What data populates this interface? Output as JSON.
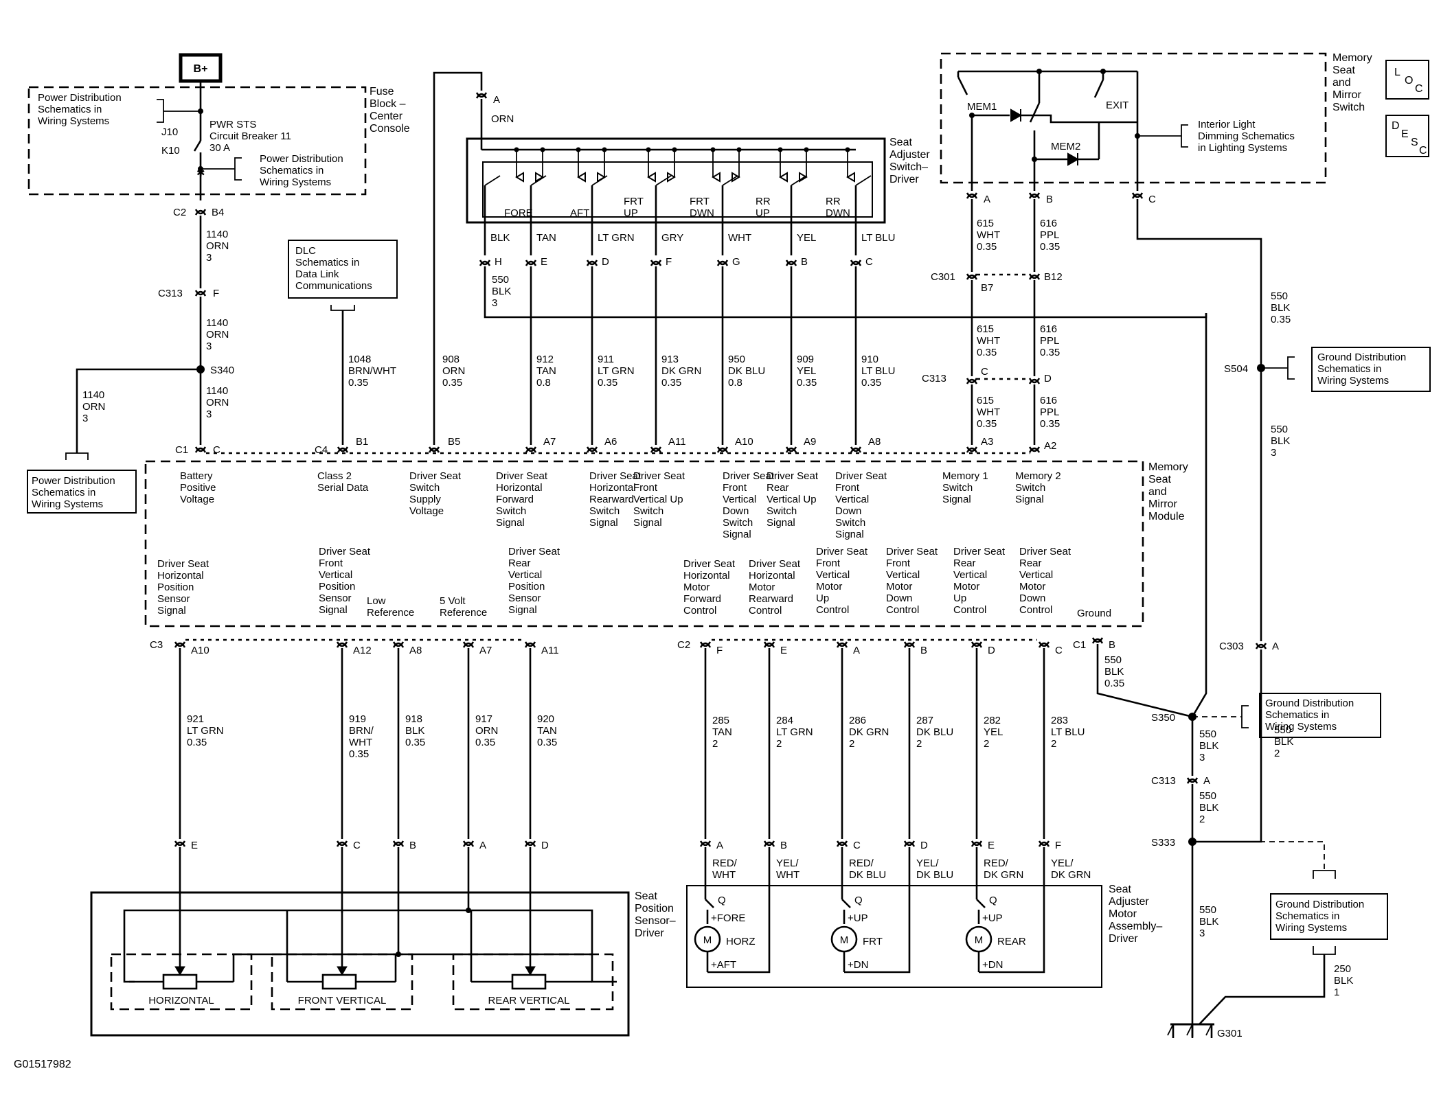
{
  "top": {
    "b_plus": "B+",
    "fuse_block": [
      "Fuse",
      "Block –",
      "Center",
      "Console"
    ],
    "pwr_schem_1": [
      "Power Distribution",
      "Schematics in",
      "Wiring  Systems"
    ],
    "pwr_schem_2": [
      "Power Distribution",
      "Schematics in",
      "Wiring  Systems"
    ],
    "pwr_schem_3": [
      "Power Distribution",
      "Schematics in",
      "Wiring  Systems"
    ],
    "j10": "J10",
    "k10": "K10",
    "breaker": [
      "PWR STS",
      "Circuit Breaker 11",
      "30 A"
    ],
    "c2": "C2",
    "b4": "B4",
    "w1140a": [
      "1140",
      "ORN",
      "3"
    ],
    "c313": "C313",
    "f": "F",
    "w1140b": [
      "1140",
      "ORN",
      "3"
    ],
    "s340": "S340",
    "w1140c": [
      "1140",
      "ORN",
      "3"
    ],
    "w1140d": [
      "1140",
      "ORN",
      "3"
    ],
    "c1": "C1",
    "c": "C",
    "dlc": [
      "DLC",
      "Schematics in",
      "Data Link",
      "Communications"
    ],
    "w1048": [
      "1048",
      "BRN/WHT",
      "0.35"
    ],
    "w908": [
      "908",
      "ORN",
      "0.35"
    ],
    "c4": "C4",
    "b1": "B1",
    "b5": "B5",
    "pin_a_top": "A",
    "orn_top": "ORN"
  },
  "switch_driver": {
    "title": [
      "Seat",
      "Adjuster",
      "Switch–",
      "Driver"
    ],
    "positions": [
      "FORE",
      "AFT",
      "FRT UP",
      "FRT DWN",
      "RR UP",
      "RR DWN"
    ],
    "wires": [
      {
        "color": "BLK",
        "pin": "H"
      },
      {
        "color": "TAN",
        "pin": "E"
      },
      {
        "color": "LT GRN",
        "pin": "D"
      },
      {
        "color": "GRY",
        "pin": "F"
      },
      {
        "color": "WHT",
        "pin": "G"
      },
      {
        "color": "YEL",
        "pin": "B"
      },
      {
        "color": "LT BLU",
        "pin": "C"
      }
    ],
    "w550": [
      "550",
      "BLK",
      "3"
    ]
  },
  "module_top_wires": [
    {
      "circuit": [
        "912",
        "TAN",
        "0.8"
      ],
      "pin": "A7"
    },
    {
      "circuit": [
        "911",
        "LT GRN",
        "0.35"
      ],
      "pin": "A6"
    },
    {
      "circuit": [
        "913",
        "DK GRN",
        "0.35"
      ],
      "pin": "A11"
    },
    {
      "circuit": [
        "950",
        "DK BLU",
        "0.8"
      ],
      "pin": "A10"
    },
    {
      "circuit": [
        "909",
        "YEL",
        "0.35"
      ],
      "pin": "A9"
    },
    {
      "circuit": [
        "910",
        "LT BLU",
        "0.35"
      ],
      "pin": "A8"
    }
  ],
  "memory_switch": {
    "title": [
      "Memory",
      "Seat",
      "and",
      "Mirror",
      "Switch"
    ],
    "mem1": "MEM1",
    "mem2": "MEM2",
    "exit": "EXIT",
    "loc": [
      "L",
      "O",
      "C"
    ],
    "desc": [
      "D",
      "E",
      "S",
      "C"
    ],
    "interior": [
      "Interior Light",
      "Dimming Schematics",
      "in Lighting Systems"
    ],
    "pin_a": "A",
    "pin_b": "B",
    "pin_c": "C",
    "w615a": [
      "615",
      "WHT",
      "0.35"
    ],
    "w616a": [
      "616",
      "PPL",
      "0.35"
    ],
    "c301": "C301",
    "b7": "B7",
    "b12": "B12",
    "w615b": [
      "615",
      "WHT",
      "0.35"
    ],
    "w616b": [
      "616",
      "PPL",
      "0.35"
    ],
    "c313": "C313",
    "c313_c": "C",
    "c313_d": "D",
    "w615c": [
      "615",
      "WHT",
      "0.35"
    ],
    "w616c": [
      "616",
      "PPL",
      "0.35"
    ],
    "a3": "A3",
    "a2": "A2"
  },
  "right": {
    "w550a": [
      "550",
      "BLK",
      "0.35"
    ],
    "s504": "S504",
    "gnd1": [
      "Ground Distribution",
      "Schematics in",
      "Wiring  Systems"
    ],
    "w550b": [
      "550",
      "BLK",
      "3"
    ],
    "c303": "C303",
    "c303_a": "A",
    "w550c": [
      "550",
      "BLK",
      "2"
    ],
    "s350": "S350",
    "gnd2": [
      "Ground Distribution",
      "Schematics in",
      "Wiring  Systems"
    ],
    "w550d": [
      "550",
      "BLK",
      "3"
    ],
    "c313": "C313",
    "c313_a": "A",
    "w550e": [
      "550",
      "BLK",
      "2"
    ],
    "s333": "S333",
    "w550f": [
      "550",
      "BLK",
      "3"
    ],
    "gnd3": [
      "Ground Distribution",
      "Schematics in",
      "Wiring  Systems"
    ],
    "w250": [
      "250",
      "BLK",
      "1"
    ],
    "g301": "G301"
  },
  "module": {
    "title": [
      "Memory",
      "Seat",
      "and",
      "Mirror",
      "Module"
    ],
    "top_labels": [
      [
        "Battery",
        "Positive",
        "Voltage"
      ],
      [
        "Class 2",
        "Serial Data"
      ],
      [
        "Driver Seat",
        "Switch",
        "Supply",
        "Voltage"
      ],
      [
        "Driver Seat",
        "Horizontal",
        "Forward",
        "Switch",
        "Signal"
      ],
      [
        "Driver Seat",
        "Horizontal",
        "Rearward",
        "Switch",
        "Signal"
      ],
      [
        "Driver Seat",
        "Front",
        "Vertical Up",
        "Switch",
        "Signal"
      ],
      [
        "Driver Seat",
        "Front",
        "Vertical",
        "Down",
        "Switch",
        "Signal"
      ],
      [
        "Driver Seat",
        "Rear",
        "Vertical Up",
        "Switch",
        "Signal"
      ],
      [
        "Driver Seat",
        "Front",
        "Vertical",
        "Down",
        "Switch",
        "Signal"
      ],
      [
        "Memory 1",
        "Switch",
        "Signal"
      ],
      [
        "Memory 2",
        "Switch",
        "Signal"
      ]
    ],
    "bottom_labels": [
      [
        "Driver Seat",
        "Horizontal",
        "Position",
        "Sensor",
        "Signal"
      ],
      [
        "Driver Seat",
        "Front",
        "Vertical",
        "Position",
        "Sensor",
        "Signal"
      ],
      [
        "Low",
        "Reference"
      ],
      [
        "5 Volt",
        "Reference"
      ],
      [
        "Driver Seat",
        "Rear",
        "Vertical",
        "Position",
        "Sensor",
        "Signal"
      ],
      [
        "Driver Seat",
        "Horizontal",
        "Motor",
        "Forward",
        "Control"
      ],
      [
        "Driver Seat",
        "Horizontal",
        "Motor",
        "Rearward",
        "Control"
      ],
      [
        "Driver Seat",
        "Front",
        "Vertical",
        "Motor",
        "Up",
        "Control"
      ],
      [
        "Driver Seat",
        "Front",
        "Vertical",
        "Motor",
        "Down",
        "Control"
      ],
      [
        "Driver Seat",
        "Rear",
        "Vertical",
        "Motor",
        "Up",
        "Control"
      ],
      [
        "Driver Seat",
        "Rear",
        "Vertical",
        "Motor",
        "Down",
        "Control"
      ],
      [
        "Ground"
      ]
    ]
  },
  "sensor_circuits": {
    "c3": "C3",
    "wires": [
      {
        "top_pin": "A10",
        "circuit": [
          "921",
          "LT GRN",
          "0.35"
        ],
        "bot_pin": "E"
      },
      {
        "top_pin": "A12",
        "circuit": [
          "919",
          "BRN/",
          "WHT",
          "0.35"
        ],
        "bot_pin": "C"
      },
      {
        "top_pin": "A8",
        "circuit": [
          "918",
          "BLK",
          "0.35"
        ],
        "bot_pin": "B"
      },
      {
        "top_pin": "A7",
        "circuit": [
          "917",
          "ORN",
          "0.35"
        ],
        "bot_pin": "A"
      },
      {
        "top_pin": "A11",
        "circuit": [
          "920",
          "TAN",
          "0.35"
        ],
        "bot_pin": "D"
      }
    ]
  },
  "motor_circuits": {
    "c2": "C2",
    "wires": [
      {
        "top_pin": "F",
        "circuit": [
          "285",
          "TAN",
          "2"
        ],
        "bot_pin": "A",
        "motor_wire": [
          "RED/",
          "WHT"
        ]
      },
      {
        "top_pin": "E",
        "circuit": [
          "284",
          "LT GRN",
          "2"
        ],
        "bot_pin": "B",
        "motor_wire": [
          "YEL/",
          "WHT"
        ]
      },
      {
        "top_pin": "A",
        "circuit": [
          "286",
          "DK GRN",
          "2"
        ],
        "bot_pin": "C",
        "motor_wire": [
          "RED/",
          "DK BLU"
        ]
      },
      {
        "top_pin": "B",
        "circuit": [
          "287",
          "DK BLU",
          "2"
        ],
        "bot_pin": "D",
        "motor_wire": [
          "YEL/",
          "DK BLU"
        ]
      },
      {
        "top_pin": "D",
        "circuit": [
          "282",
          "YEL",
          "2"
        ],
        "bot_pin": "E",
        "motor_wire": [
          "RED/",
          "DK GRN"
        ]
      },
      {
        "top_pin": "C",
        "circuit": [
          "283",
          "LT BLU",
          "2"
        ],
        "bot_pin": "F",
        "motor_wire": [
          "YEL/",
          "DK GRN"
        ]
      }
    ],
    "ground_conn": "C1",
    "ground_pin": "B",
    "ground_wire": [
      "550",
      "BLK",
      "0.35"
    ]
  },
  "sensor_assembly": {
    "title": [
      "Seat",
      "Position",
      "Sensor–",
      "Driver"
    ],
    "sensors": [
      "HORIZONTAL",
      "FRONT VERTICAL",
      "REAR VERTICAL"
    ]
  },
  "motor_assembly": {
    "title": [
      "Seat",
      "Adjuster",
      "Motor",
      "Assembly–",
      "Driver"
    ],
    "motors": [
      {
        "q": "Q",
        "plus": "+FORE",
        "name": "HORZ",
        "minus": "+AFT"
      },
      {
        "q": "Q",
        "plus": "+UP",
        "name": "FRT",
        "minus": "+DN"
      },
      {
        "q": "Q",
        "plus": "+UP",
        "name": "REAR",
        "minus": "+DN"
      }
    ],
    "m": "M"
  },
  "figure_id": "G01517982"
}
